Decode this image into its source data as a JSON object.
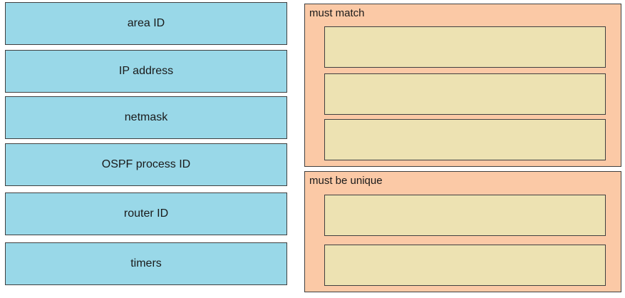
{
  "source_items": [
    {
      "label": "area ID"
    },
    {
      "label": "IP address"
    },
    {
      "label": "netmask"
    },
    {
      "label": "OSPF process ID"
    },
    {
      "label": "router ID"
    },
    {
      "label": "timers"
    }
  ],
  "groups": [
    {
      "label": "must match",
      "slot_count": 3
    },
    {
      "label": "must be unique",
      "slot_count": 2
    }
  ],
  "colors": {
    "source_fill": "#99d8e8",
    "group_fill": "#fbc9a6",
    "slot_fill": "#ede2b2",
    "border": "#404040"
  }
}
